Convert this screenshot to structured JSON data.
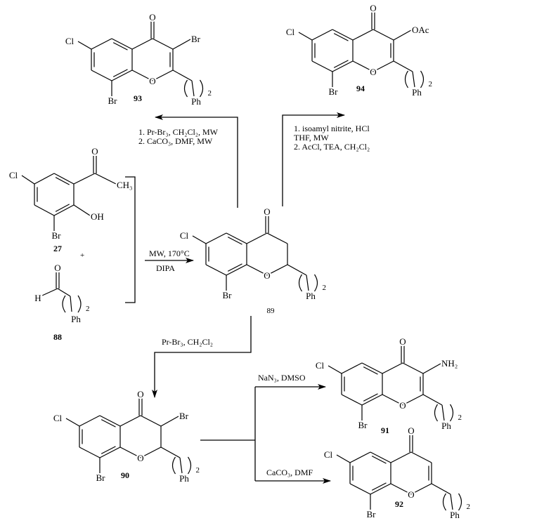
{
  "compounds": {
    "c93": {
      "number": "93",
      "cl": "Cl",
      "br8": "Br",
      "o_carbonyl": "O",
      "o_ring": "O",
      "r3": "Br",
      "ph": "Ph",
      "n": "2"
    },
    "c94": {
      "number": "94",
      "cl": "Cl",
      "br8": "Br",
      "o_carbonyl": "O",
      "o_ring": "O",
      "r3": "OAc",
      "ph": "Ph",
      "n": "2"
    },
    "c89": {
      "number": "89",
      "cl": "Cl",
      "br8": "Br",
      "o_carbonyl": "O",
      "o_ring": "O",
      "ph": "Ph",
      "n": "2"
    },
    "c90": {
      "number": "90",
      "cl": "Cl",
      "br8": "Br",
      "o_carbonyl": "O",
      "o_ring": "O",
      "r3": "Br",
      "ph": "Ph",
      "n": "2"
    },
    "c91": {
      "number": "91",
      "cl": "Cl",
      "br8": "Br",
      "o_carbonyl": "O",
      "o_ring": "O",
      "r3": "NH₂",
      "ph": "Ph",
      "n": "2"
    },
    "c92": {
      "number": "92",
      "cl": "Cl",
      "br8": "Br",
      "o_carbonyl": "O",
      "o_ring": "O",
      "ph": "Ph",
      "n": "2"
    },
    "c27": {
      "number": "27",
      "cl": "Cl",
      "br": "Br",
      "o": "O",
      "ch3": "CH₃",
      "oh": "OH"
    },
    "c88": {
      "number": "88",
      "o": "O",
      "h": "H",
      "ph": "Ph",
      "n": "2"
    }
  },
  "plus": "+",
  "reagents": {
    "to_93": [
      "1. Pr-Br₃, CH₂Cl₂, MW",
      "2. CaCO₃, DMF, MW"
    ],
    "to_94": [
      "1. isoamyl nitrite, HCl",
      "THF, MW",
      "2. AcCl, TEA, CH₂Cl₂"
    ],
    "to_89_above": "MW, 170°C",
    "to_89_below": "DIPA",
    "to_90": "Pr-Br₃, CH₂Cl₂",
    "to_91": "NaN₃, DMSO",
    "to_92": "CaCO₃, DMF"
  }
}
